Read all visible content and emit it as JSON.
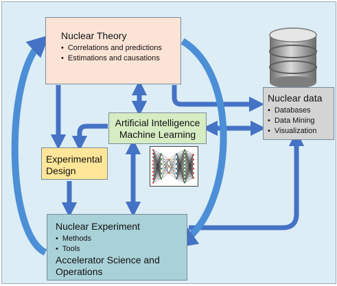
{
  "colors": {
    "background": "#dcedf6",
    "arrow": "#4472c4",
    "theory_box": "#fbe3d6",
    "ai_box": "#d6ecc3",
    "design_box": "#ffe699",
    "data_box": "#d4d4d4",
    "experiment_box": "#a9d1d8"
  },
  "nodes": {
    "theory": {
      "title": "Nuclear Theory",
      "bullets": [
        "Correlations and predictions",
        "Estimations and causations"
      ]
    },
    "ai": {
      "line1": "Artificial Intelligence",
      "line2": "Machine Learning"
    },
    "design": {
      "line1": "Experimental",
      "line2": "Design"
    },
    "data": {
      "title": "Nuclear data",
      "bullets": [
        "Databases",
        "Data Mining",
        "Visualization"
      ]
    },
    "experiment": {
      "title": "Nuclear Experiment",
      "bullets": [
        "Methods",
        "Tools"
      ],
      "footer1": "Accelerator Science and",
      "footer2": "Operations"
    }
  },
  "icons": {
    "database": "database-cylinder-icon",
    "neural_network": "neural-network-icon"
  }
}
